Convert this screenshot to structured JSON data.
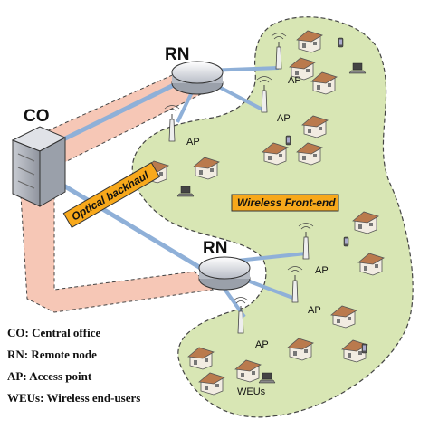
{
  "labels": {
    "co": "CO",
    "rn_top": "RN",
    "rn_bottom": "RN",
    "ap": "AP",
    "wireless_front_end": "Wireless Front-end",
    "optical_backhaul": "Optical backhaul",
    "weus": "WEUs"
  },
  "legend": [
    "CO: Central office",
    "RN: Remote node",
    "AP: Access point",
    "WEUs: Wireless end-users"
  ],
  "colors": {
    "wireless_area": "#d8e6b4",
    "backhaul_band": "#f6c7b6",
    "fiber": "#8fb0d8",
    "label_box": "#f7a81b"
  }
}
